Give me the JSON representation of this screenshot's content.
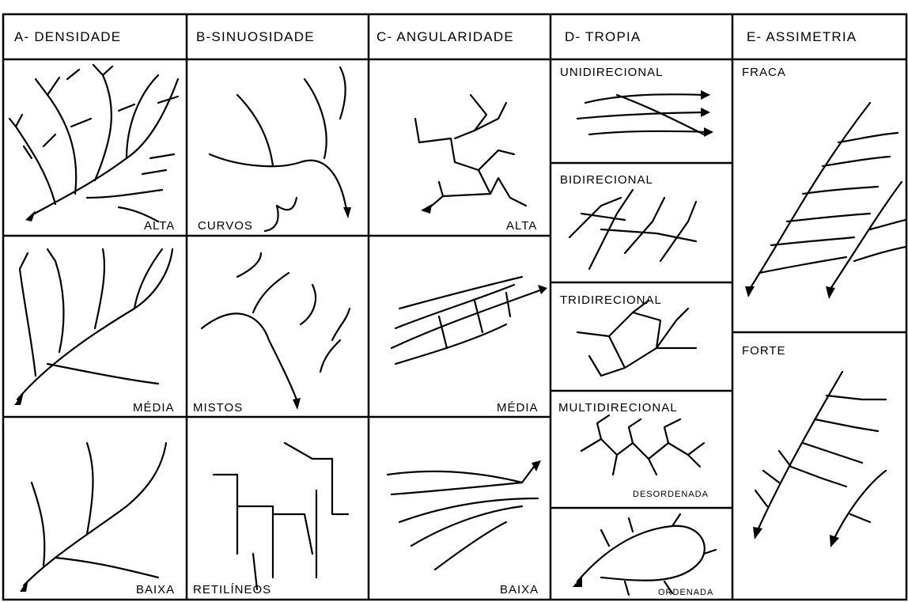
{
  "headers": {
    "a": "A- DENSIDADE",
    "b": "B-SINUOSIDADE",
    "c": "C- ANGULARIDADE",
    "d": "D- TROPIA",
    "e": "E- ASSIMETRIA"
  },
  "density": {
    "high": "ALTA",
    "medium": "MÉDIA",
    "low": "BAIXA"
  },
  "sinuosity": {
    "curved": "CURVOS",
    "mixed": "MISTOS",
    "straight": "RETILÍNEOS"
  },
  "angularity": {
    "high": "ALTA",
    "medium": "MÉDIA",
    "low": "BAIXA"
  },
  "tropy": {
    "uni": "UNIDIRECIONAL",
    "bi": "BIDIRECIONAL",
    "tri": "TRIDIRECIONAL",
    "multi": "MULTIDIRECIONAL",
    "disordered": "DESORDENADA",
    "ordered": "ORDENADA"
  },
  "asymmetry": {
    "weak": "FRACA",
    "strong": "FORTE"
  }
}
